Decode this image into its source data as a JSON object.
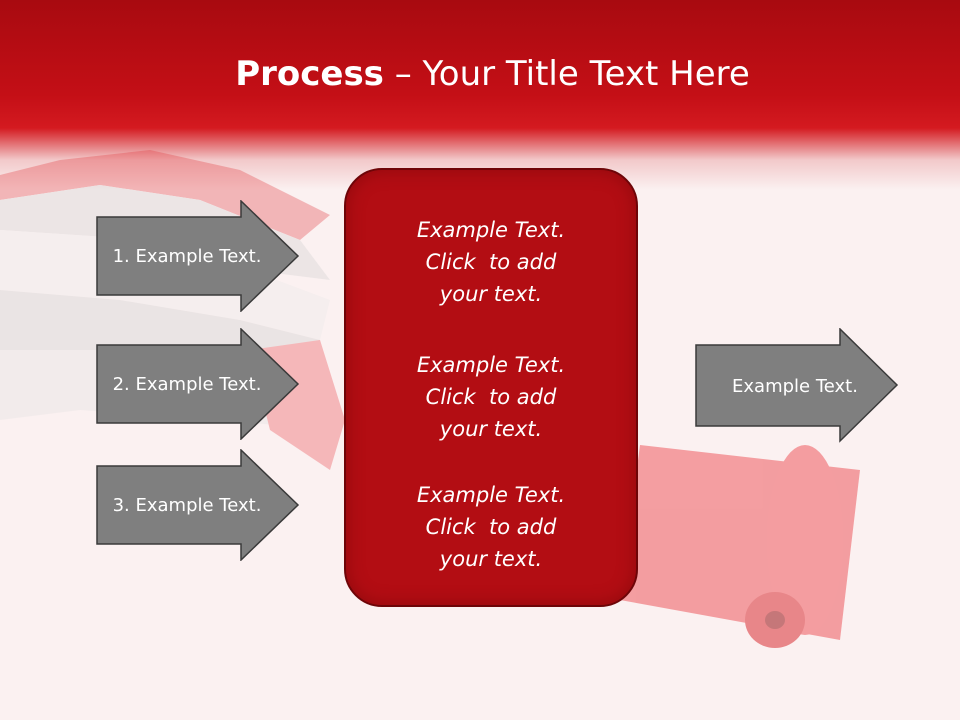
{
  "title": {
    "bold": "Process",
    "rest": " – Your Title Text Here"
  },
  "left_arrows": [
    {
      "label": "1. Example Text."
    },
    {
      "label": "2. Example Text."
    },
    {
      "label": "3. Example Text."
    }
  ],
  "center_blocks": [
    {
      "lines": [
        "Example Text.",
        "Click  to add",
        "your text."
      ]
    },
    {
      "lines": [
        "Example Text.",
        "Click  to add",
        "your text."
      ]
    },
    {
      "lines": [
        "Example Text.",
        "Click  to add",
        "your text."
      ]
    }
  ],
  "right_arrow": {
    "label": "Example Text."
  },
  "colors": {
    "header_red": "#c40f16",
    "box_red": "#b30d13",
    "arrow_gray": "#7f7f7f",
    "arrow_border": "#3a3a3a"
  }
}
